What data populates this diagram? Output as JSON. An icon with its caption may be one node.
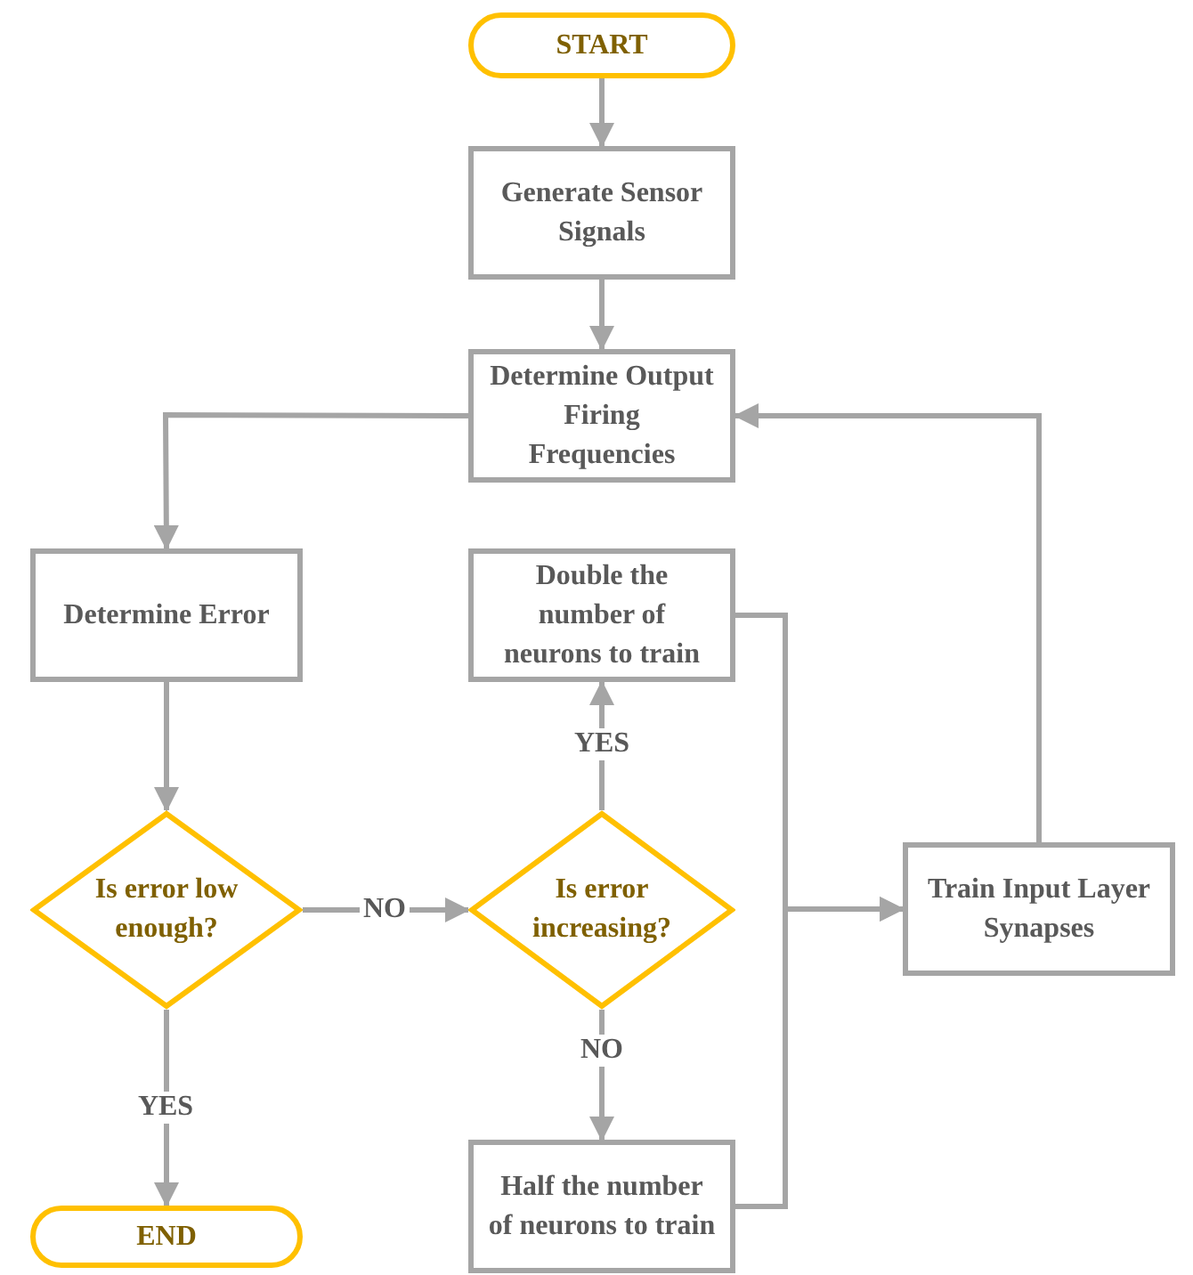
{
  "diagram": {
    "nodes": [
      {
        "text": [
          "START"
        ]
      },
      {
        "text": [
          "Generate Sensor Signals"
        ]
      },
      {
        "text": [
          "Determine Output Firing Frequencies"
        ]
      },
      {
        "text": [
          "Determine Error"
        ]
      },
      {
        "text": [
          "Is error low enough?"
        ]
      },
      {
        "text": [
          "Is error increasing?"
        ]
      },
      {
        "text": [
          "Double the number of neurons to train"
        ]
      },
      {
        "text": [
          "Half the number of neurons to train"
        ]
      },
      {
        "text": [
          "Train Input Layer Synapses"
        ]
      },
      {
        "text": [
          "END"
        ]
      }
    ],
    "edges": [
      {
        "from": 0,
        "to": 1,
        "arrow": "to"
      },
      {
        "from": 1,
        "to": 2,
        "arrow": "to"
      },
      {
        "from": 2,
        "to": 3,
        "arrow": "to"
      },
      {
        "from": 3,
        "to": 4,
        "arrow": "to"
      },
      {
        "from": 4,
        "to": 9,
        "arrow": "to",
        "label": "YES"
      },
      {
        "from": 4,
        "to": 5,
        "arrow": "to",
        "label": "NO"
      },
      {
        "from": 5,
        "to": 6,
        "arrow": "to",
        "label": "YES"
      },
      {
        "from": 5,
        "to": 7,
        "arrow": "to",
        "label": "NO"
      },
      {
        "from": 6,
        "to": 8,
        "arrow": "to"
      },
      {
        "from": 7,
        "to": 8,
        "arrow": "to"
      },
      {
        "from": 8,
        "to": 2,
        "arrow": "to"
      }
    ]
  }
}
